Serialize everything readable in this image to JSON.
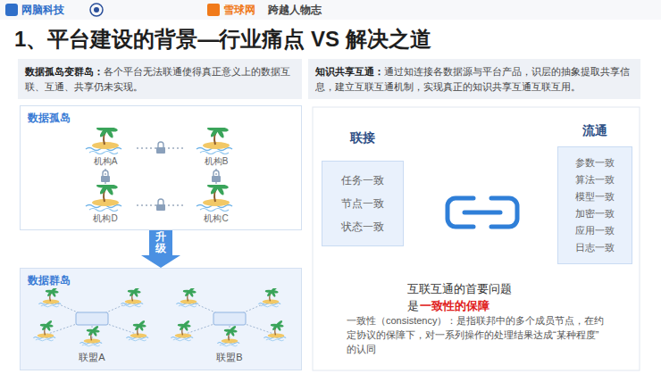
{
  "diagram": {
    "title": "1、平台建设的背景—行业痛点 VS 解决之道",
    "nodes": [
      {
        "text": [
          "数据孤岛变群岛：",
          "各个平台无法联通使得真正意义上的数据互联、互通、共享仍未实现。"
        ]
      },
      {
        "text": [
          "数据孤岛"
        ]
      },
      {
        "text": [
          "机构A"
        ],
        "in": 1
      },
      {
        "text": [
          "机构B"
        ],
        "in": 1
      },
      {
        "text": [
          "机构D"
        ],
        "in": 1
      },
      {
        "text": [
          "机构C"
        ],
        "in": 1
      },
      {
        "text": [
          "数据群岛"
        ]
      },
      {
        "text": [
          "联盟A"
        ],
        "in": 6
      },
      {
        "text": [
          "联盟B"
        ],
        "in": 6
      },
      {
        "text": [
          "知识共享互通：",
          "通过知连接各数据源与平台产品，识层的抽象提取共享信息，建立互联互通机制，实现真正的知识共享互通互联互用。"
        ]
      },
      {
        "text": [
          "联接",
          "任务一致",
          "节点一致",
          "状态一致"
        ]
      },
      {
        "text": [
          "流通",
          "参数一致",
          "算法一致",
          "模型一致",
          "加密一致",
          "应用一致",
          "日志一致"
        ]
      }
    ],
    "edges": [
      {
        "from": 2,
        "to": 3,
        "arrow": "none"
      },
      {
        "from": 2,
        "to": 4,
        "arrow": "none"
      },
      {
        "from": 3,
        "to": 5,
        "arrow": "none"
      },
      {
        "from": 4,
        "to": 5,
        "arrow": "none"
      },
      {
        "from": 1,
        "to": 6,
        "label": "升级",
        "arrow": "to"
      }
    ],
    "labels": [
      "网脑科技",
      "雪球网",
      "跨越人物志",
      "互联互通的首要问题",
      "是",
      "一致性的保障",
      "一致性（consistency）：是指联邦中的多个成员节点，在约定协议的保障下，对一系列操作的处理结果达成“某种程度”的认同"
    ]
  }
}
